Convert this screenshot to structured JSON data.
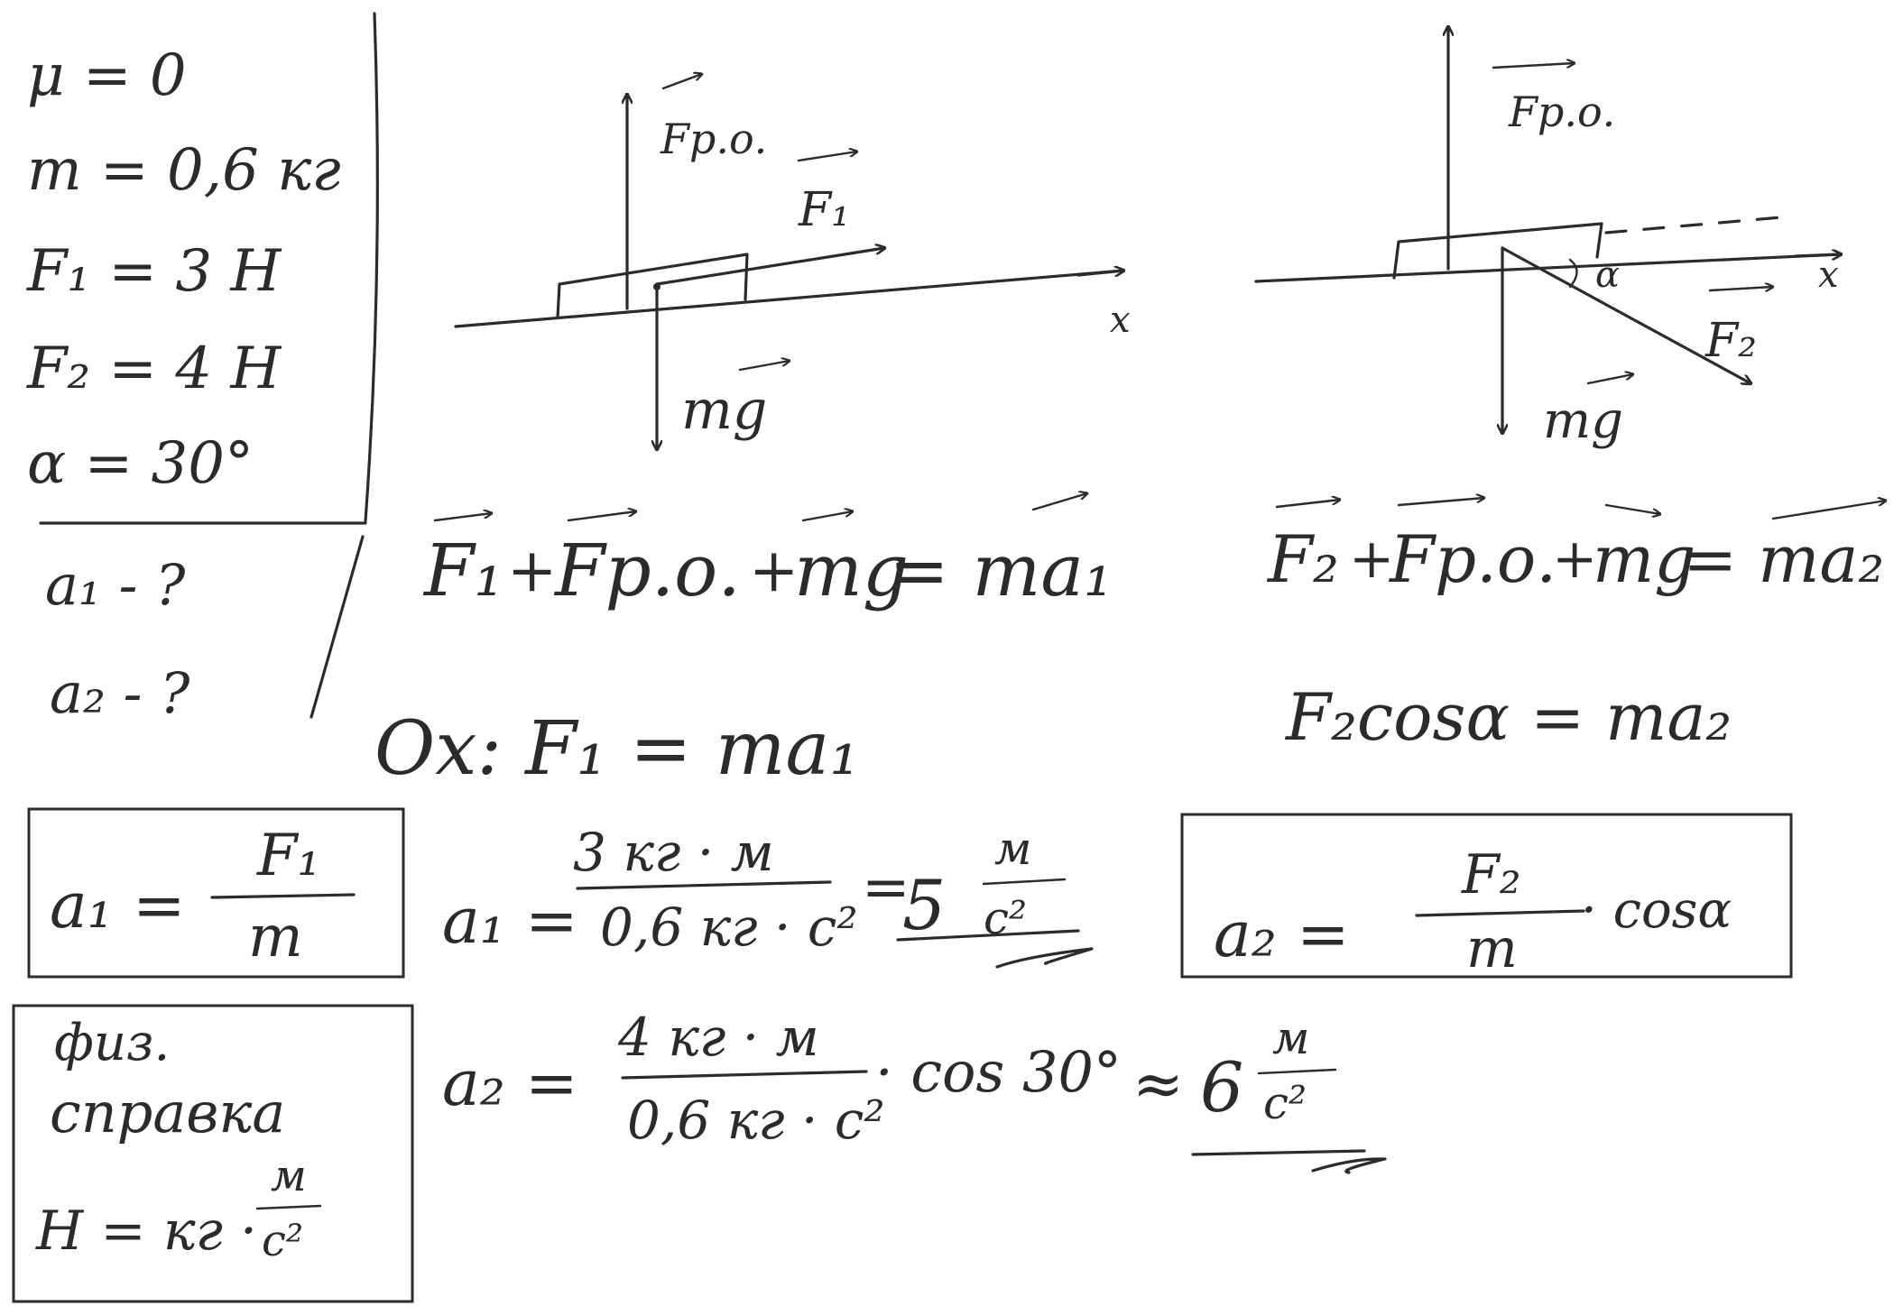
{
  "given": {
    "mu": "μ = 0",
    "mass": "m = 0,6 кг",
    "f1": "F₁ = 3 Н",
    "f2": "F₂ = 4 Н",
    "alpha": "α = 30°"
  },
  "find": {
    "a1": "a₁ - ?",
    "a2": "a₂ - ?"
  },
  "diagram_1": {
    "force_support": "Fр.о.",
    "force_applied": "F₁",
    "gravity": "mg",
    "axis": "x"
  },
  "diagram_2": {
    "force_support": "Fр.о.",
    "force_applied": "F₂",
    "gravity": "mg",
    "angle": "α",
    "axis": "x"
  },
  "equations": {
    "newton_1_f1": "F₁",
    "newton_1_plus_a": "+",
    "newton_1_fpo": "Fр.о.",
    "newton_1_plus_b": "+",
    "newton_1_mg": "mg",
    "newton_1_rhs": "= ma₁",
    "newton_2_f2": "F₂",
    "newton_2_plus_a": "+",
    "newton_2_fpo": "Fр.о.",
    "newton_2_plus_b": "+",
    "newton_2_mg": "mg",
    "newton_2_rhs": "= ma₂",
    "projection_1": "Ox:  F₁ = ma₁",
    "projection_2": "F₂cosα = ma₂"
  },
  "formulas": {
    "a1_lhs": "a₁ =",
    "a1_num": "F₁",
    "a1_den": "m",
    "a1_calc_lhs": "a₁ =",
    "a1_calc_num": "3 кг · м",
    "a1_calc_den": "0,6 кг · с²",
    "a1_calc_eq": "=",
    "a1_result_value": "5",
    "a1_result_num": "м",
    "a1_result_den": "с²",
    "a2_lhs": "a₂ =",
    "a2_num": "F₂",
    "a2_den": "m",
    "a2_cos": "· cosα",
    "a2_calc_lhs": "a₂ =",
    "a2_calc_num": "4 кг · м",
    "a2_calc_den": "0,6 кг · с²",
    "a2_calc_cos": "· cos 30°",
    "a2_calc_approx": "≈",
    "a2_result_value": "6",
    "a2_result_num": "м",
    "a2_result_den": "с²"
  },
  "reference": {
    "title_line1": "физ.",
    "title_line2": "справка",
    "unit_lhs": "Н = кг ·",
    "unit_num": "м",
    "unit_den": "с²"
  }
}
